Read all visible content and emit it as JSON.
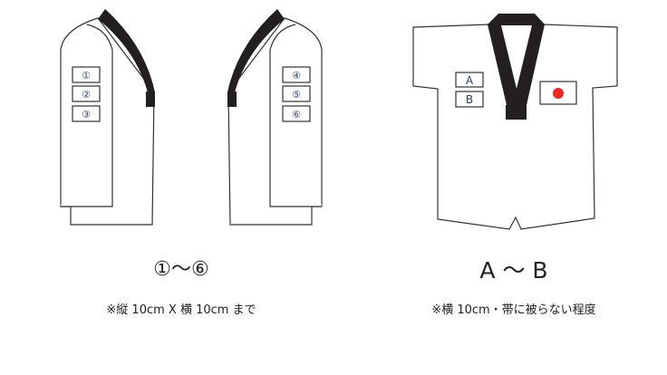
{
  "sleeve_labels": [
    "①",
    "②",
    "③",
    "④",
    "⑤",
    "⑥"
  ],
  "chest_labels": [
    "A",
    "B"
  ],
  "left_caption": {
    "title": "①〜⑥",
    "note": "※縦 10cm X 横 10cm まで"
  },
  "right_caption": {
    "title": "A 〜 B",
    "note": "※横 10cm・帯に被らない程度"
  },
  "colors": {
    "collar": "#231f20",
    "flag_dot": "#ee2a24",
    "label_text": "#2a3f7a"
  }
}
